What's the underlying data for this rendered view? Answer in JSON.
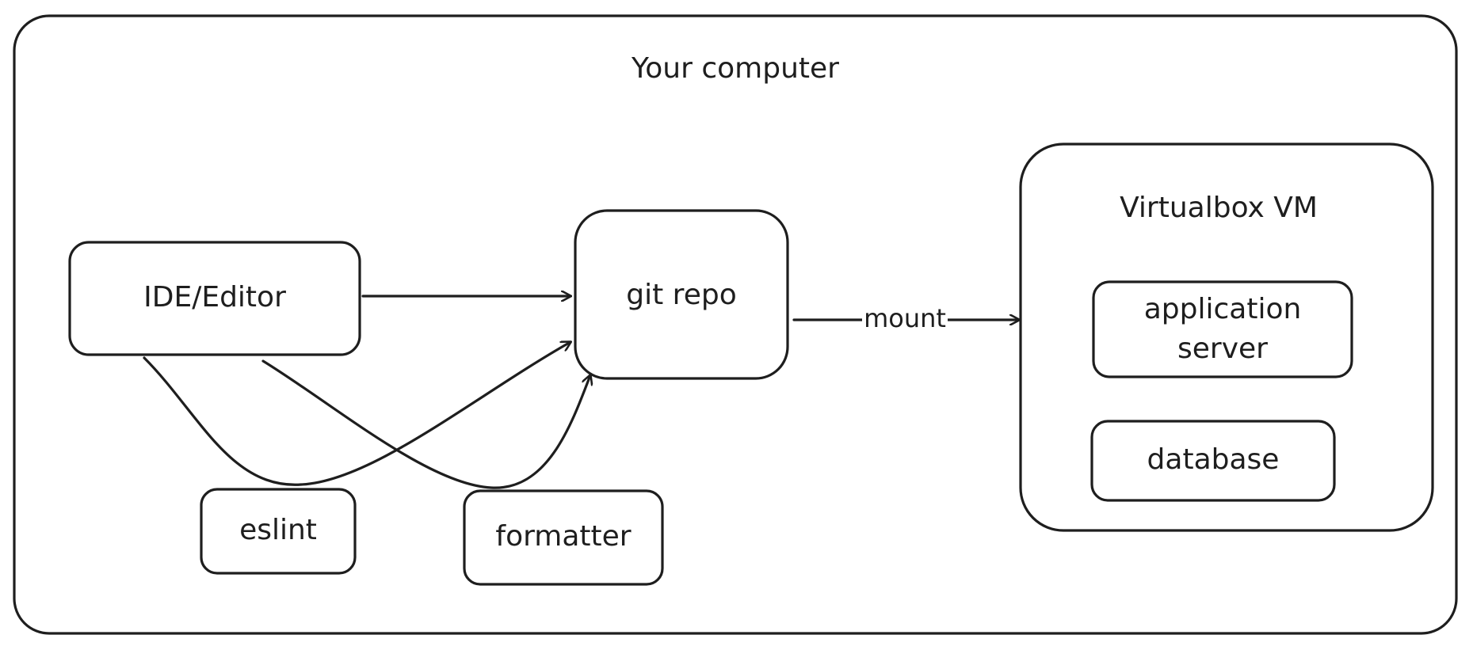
{
  "containers": {
    "outer": {
      "title": "Your computer"
    },
    "vm": {
      "title": "Virtualbox VM"
    }
  },
  "nodes": {
    "ide": {
      "label": "IDE/Editor"
    },
    "git": {
      "label": "git repo"
    },
    "eslint": {
      "label": "eslint"
    },
    "formatter": {
      "label": "formatter"
    },
    "app": {
      "line1": "application",
      "line2": "server"
    },
    "db": {
      "label": "database"
    }
  },
  "edges": {
    "mount": {
      "label": "mount"
    }
  },
  "colors": {
    "stroke": "#1e1e1e",
    "background": "#ffffff"
  }
}
